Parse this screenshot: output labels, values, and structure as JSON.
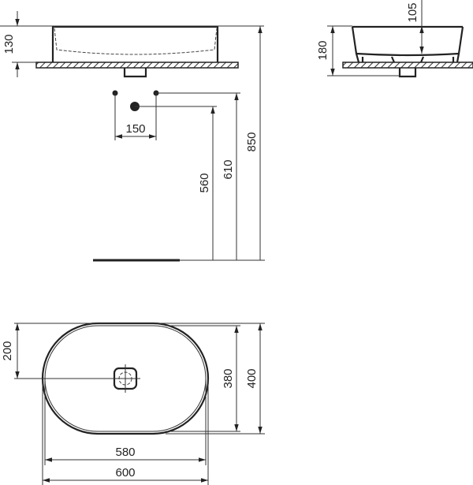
{
  "front_view": {
    "height_130": "130",
    "tap_spacing_150": "150",
    "height_560": "560",
    "height_610": "610",
    "height_850": "850"
  },
  "side_view": {
    "height_180": "180",
    "depth_105": "105"
  },
  "plan_view": {
    "center_200": "200",
    "inner_380": "380",
    "outer_400": "400",
    "inner_580": "580",
    "outer_600": "600"
  }
}
